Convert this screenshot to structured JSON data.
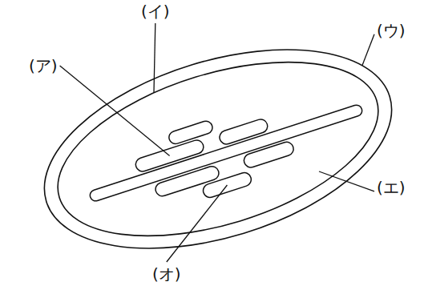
{
  "diagram": {
    "labels": [
      "(イ)",
      "(ウ)",
      "(ア)",
      "(エ)",
      "(オ)"
    ]
  }
}
